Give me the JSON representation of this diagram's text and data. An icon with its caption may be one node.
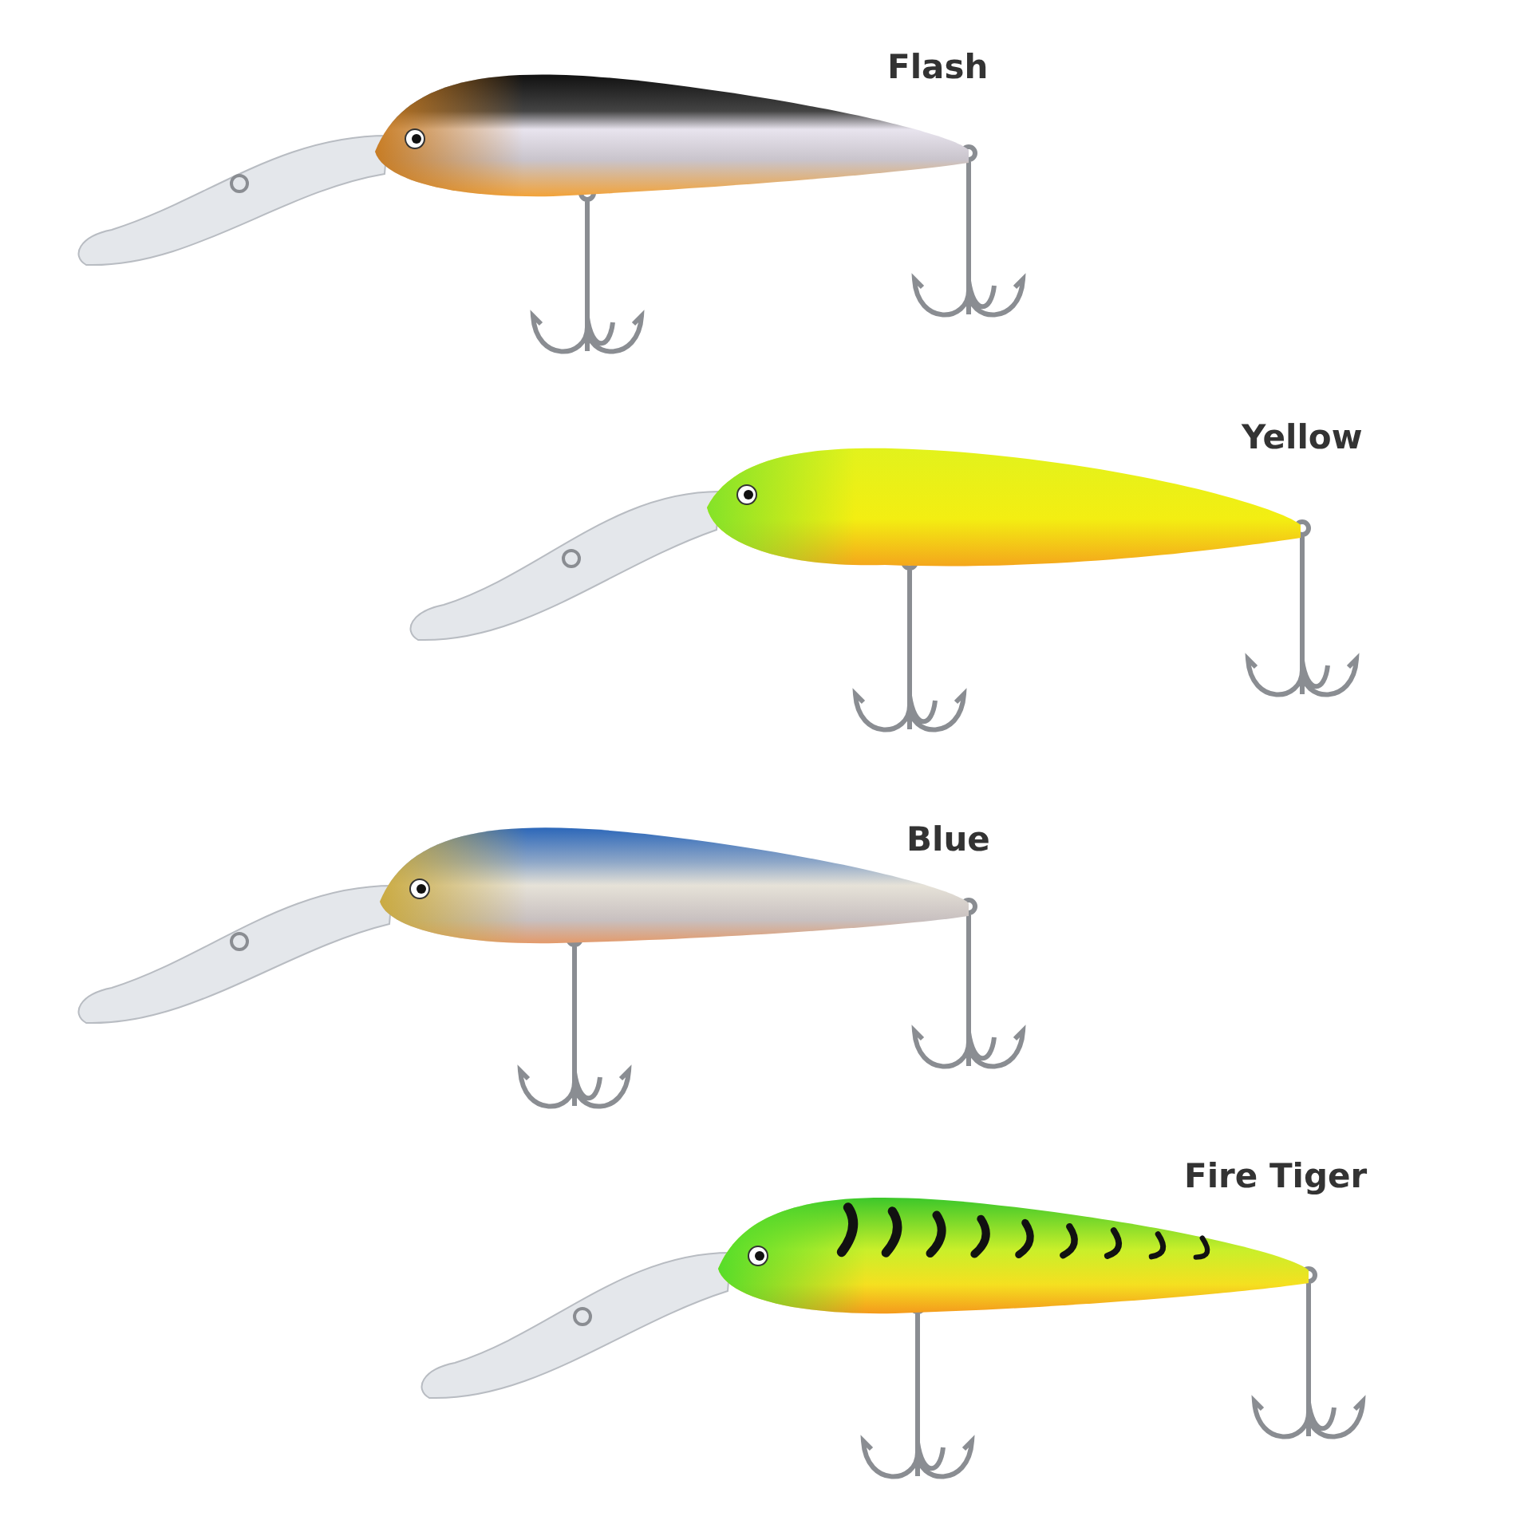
{
  "diagram": {
    "labels": [
      "Flash",
      "Yellow",
      "Blue",
      "Fire Tiger"
    ]
  }
}
